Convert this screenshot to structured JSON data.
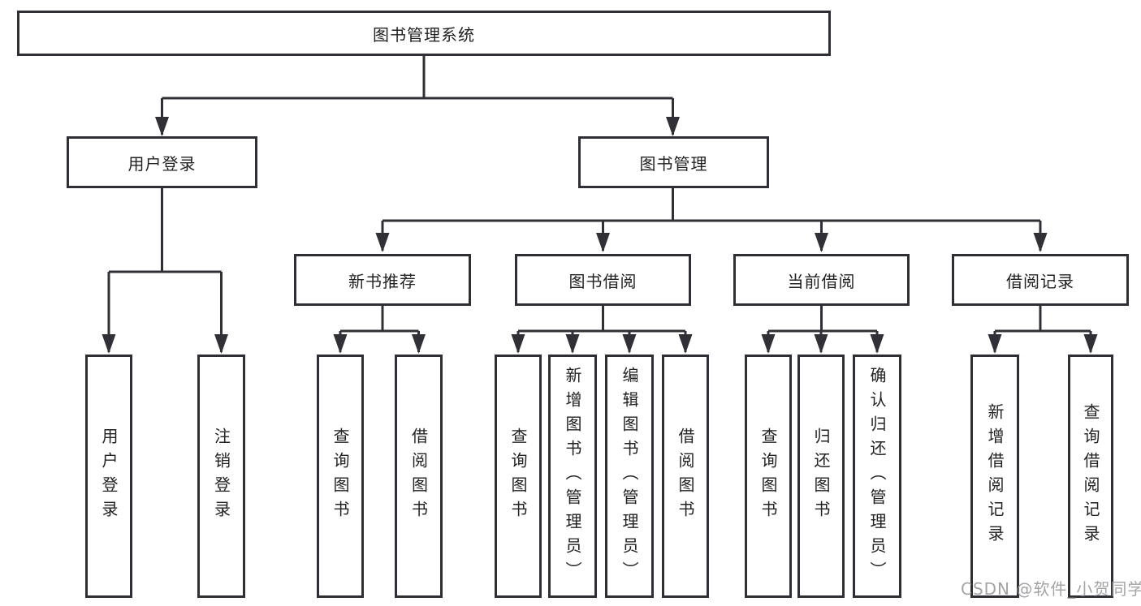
{
  "root": {
    "label": "图书管理系统"
  },
  "user_login": {
    "label": "用户登录",
    "leaves": [
      "用户登录",
      "注销登录"
    ]
  },
  "book_mgmt": {
    "label": "图书管理",
    "sections": [
      {
        "label": "新书推荐",
        "leaves": [
          "查询图书",
          "借阅图书"
        ]
      },
      {
        "label": "图书借阅",
        "leaves": [
          "查询图书",
          "新增图书（管理员）",
          "编辑图书（管理员）",
          "借阅图书"
        ]
      },
      {
        "label": "当前借阅",
        "leaves": [
          "查询图书",
          "归还图书",
          "确认归还（管理员）"
        ]
      },
      {
        "label": "借阅记录",
        "leaves": [
          "新增借阅记录",
          "查询借阅记录"
        ]
      }
    ]
  },
  "watermark": {
    "text": "CSDN @软件_小贺同学"
  },
  "colors": {
    "line": "#303036",
    "box_border": "#2e2e34",
    "text": "#222222",
    "watermark": "#949494",
    "background": "#ffffff"
  }
}
